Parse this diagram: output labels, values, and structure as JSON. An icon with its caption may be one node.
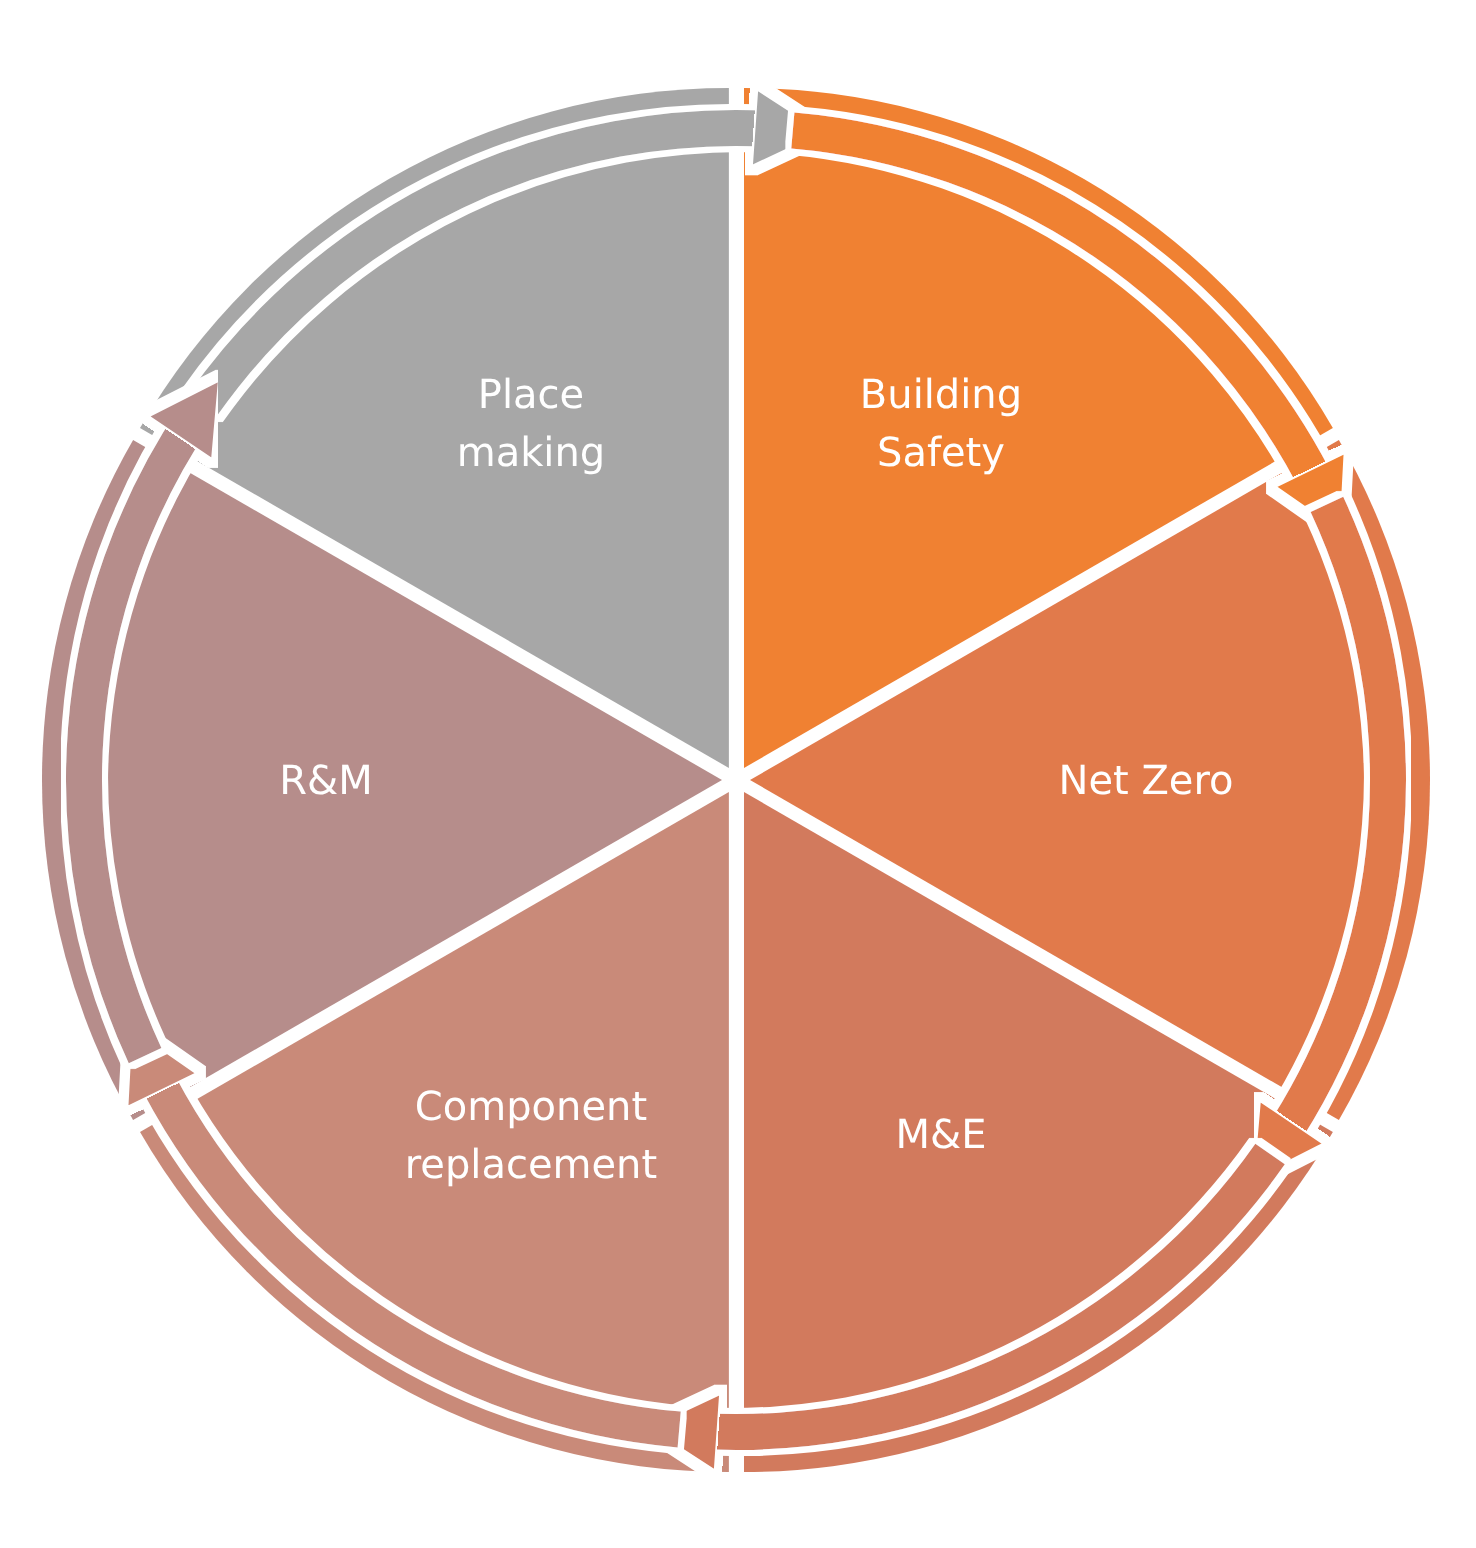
{
  "diagram": {
    "nodes": [
      {
        "text": [
          "Building Safety"
        ]
      },
      {
        "text": [
          "Net Zero"
        ]
      },
      {
        "text": [
          "M&E"
        ]
      },
      {
        "text": [
          "Component replacement"
        ]
      },
      {
        "text": [
          "R&M"
        ]
      },
      {
        "text": [
          "Place making"
        ]
      }
    ],
    "edges": [
      {
        "from": 5,
        "to": 0,
        "arrow": "to",
        "color": "#a7a7a7"
      },
      {
        "from": 0,
        "to": 1,
        "arrow": "to",
        "color": "#f08132"
      },
      {
        "from": 1,
        "to": 2,
        "arrow": "to",
        "color": "#e17a4b"
      },
      {
        "from": 2,
        "to": 3,
        "arrow": "to",
        "color": "#d27a5d"
      },
      {
        "from": 3,
        "to": 4,
        "arrow": "to",
        "color": "#c98a79"
      },
      {
        "from": 4,
        "to": 5,
        "arrow": "to",
        "color": "#b68d8b"
      }
    ]
  }
}
